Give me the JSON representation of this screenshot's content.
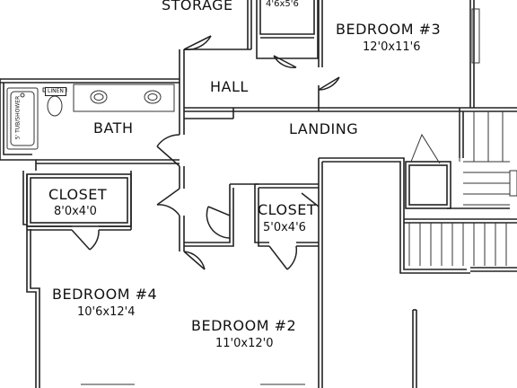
{
  "rooms": {
    "storage": {
      "name": "STORAGE",
      "size": ""
    },
    "small_closet_top": {
      "name": "",
      "size": "4'6x5'6"
    },
    "bedroom3": {
      "name": "BEDROOM #3",
      "size": "12'0x11'6"
    },
    "hall": {
      "name": "HALL"
    },
    "bath": {
      "name": "BATH",
      "fixture_tub": "5' TUB/SHOWER",
      "linen": "LINEN"
    },
    "landing": {
      "name": "LANDING"
    },
    "closet_left": {
      "name": "CLOSET",
      "size": "8'0x4'0"
    },
    "closet_mid": {
      "name": "CLOSET",
      "size": "5'0x4'6"
    },
    "bedroom4": {
      "name": "BEDROOM #4",
      "size": "10'6x12'4"
    },
    "bedroom2": {
      "name": "BEDROOM #2",
      "size": "11'0x12'0"
    }
  },
  "style": {
    "line_color": "#222222",
    "background": "#ffffff"
  }
}
